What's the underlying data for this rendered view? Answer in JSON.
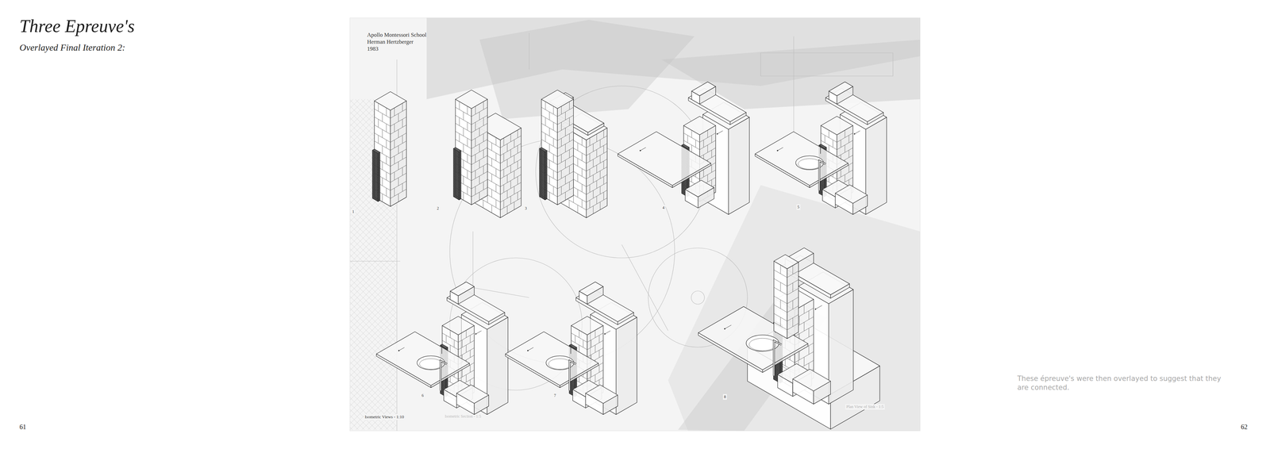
{
  "diagram": {
    "title": "Three Epreuve's",
    "caption": "These épreuve's were then overlayed to suggest that they are connected.",
    "labels": [
      "Overlayed Final Iteration 2:",
      "Apollo Montessori School",
      "Herman Hertzberger",
      "1983",
      "1",
      "2",
      "3",
      "4",
      "5",
      "6",
      "7",
      "8",
      "Isometric Views - 1:10",
      "Isometric Section - 1:5",
      "Plan View of Sink - 1:5",
      "61",
      "62"
    ]
  }
}
